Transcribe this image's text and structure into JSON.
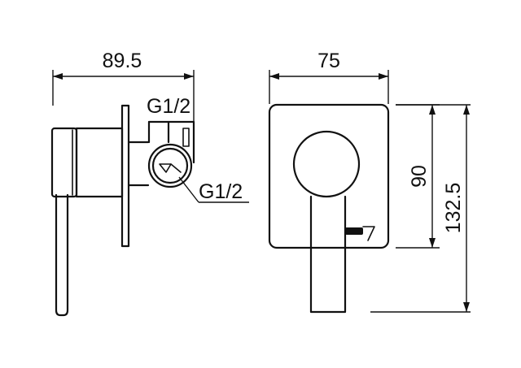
{
  "dimensions": {
    "side_width": "89.5",
    "thread_top": "G1/2",
    "thread_side": "G1/2",
    "front_width": "75",
    "plate_height": "90",
    "total_height": "132.5"
  }
}
